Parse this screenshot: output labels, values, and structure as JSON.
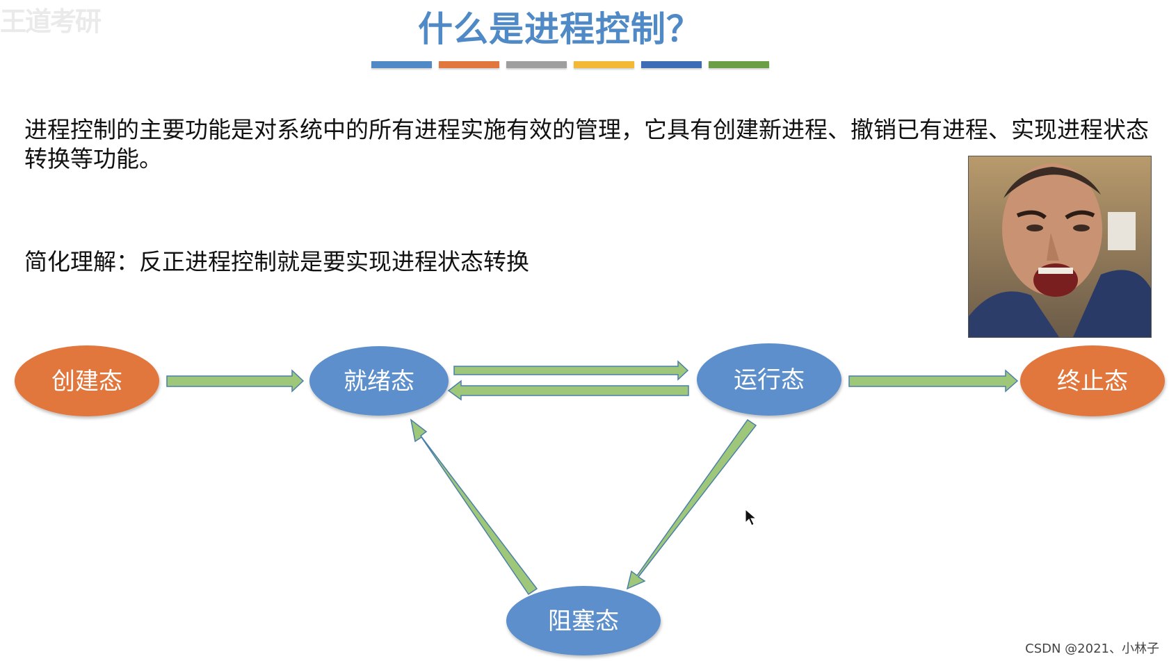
{
  "title": "什么是进程控制？",
  "watermark": "王道考研",
  "color_bars": [
    "#4f8ac6",
    "#e2773d",
    "#9e9e9e",
    "#f3b935",
    "#3b6cb5",
    "#6c9f45"
  ],
  "paragraph": "进程控制的主要功能是对系统中的所有进程实施有效的管理，它具有创建新进程、撤销已有进程、实现进程状态转换等功能。",
  "simplified": "简化理解：反正进程控制就是要实现进程状态转换",
  "states": {
    "create": "创建态",
    "ready": "就绪态",
    "running": "运行态",
    "terminated": "终止态",
    "blocked": "阻塞态"
  },
  "colors": {
    "orange_state": "#e2773d",
    "blue_state": "#5b8fcb",
    "arrow_fill": "#9fc77a",
    "arrow_stroke": "#4a7fa8"
  },
  "footer": "CSDN @2021、小林子"
}
